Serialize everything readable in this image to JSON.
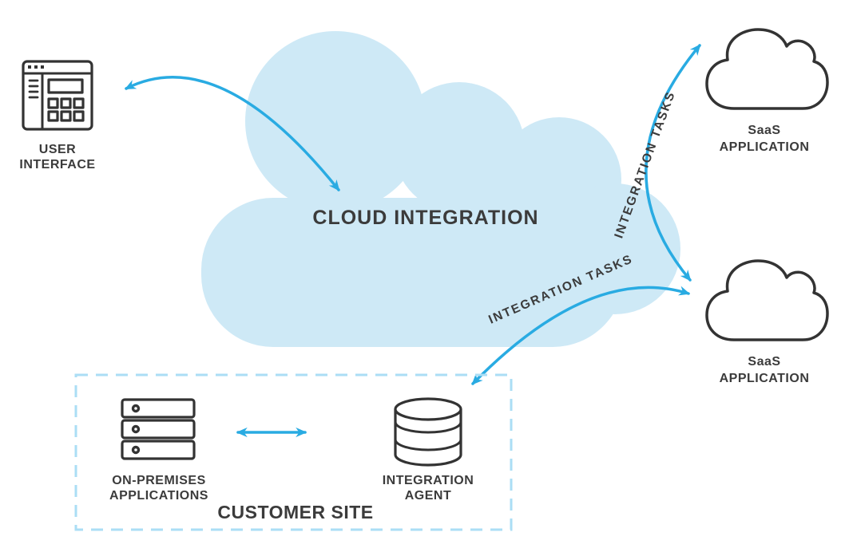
{
  "colors": {
    "arrow_blue": "#29ABE2",
    "cloud_fill": "#CEE9F6",
    "dash_blue": "#ABDEF5",
    "ink": "#333333",
    "text_dark": "#3B3B3B"
  },
  "cloud": {
    "label": "CLOUD INTEGRATION"
  },
  "user_interface": {
    "label_line1": "USER",
    "label_line2": "INTERFACE"
  },
  "saas_top": {
    "label_line1": "SaaS",
    "label_line2": "APPLICATION"
  },
  "saas_bottom": {
    "label_line1": "SaaS",
    "label_line2": "APPLICATION"
  },
  "arrows": {
    "tasks_top_label": "INTEGRATION TASKS",
    "tasks_bottom_label": "INTEGRATION TASKS"
  },
  "customer_site": {
    "label": "CUSTOMER SITE",
    "on_premises": {
      "label_line1": "ON-PREMISES",
      "label_line2": "APPLICATIONS"
    },
    "integration_agent": {
      "label_line1": "INTEGRATION",
      "label_line2": "AGENT"
    }
  }
}
